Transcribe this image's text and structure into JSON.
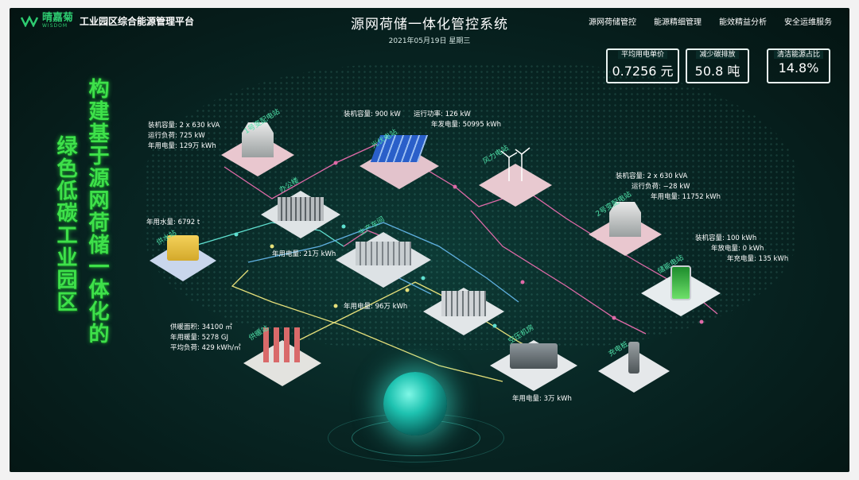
{
  "header": {
    "logo_cn": "晴嘉菊",
    "logo_en": "WISDOM",
    "platform_title": "工业园区综合能源管理平台",
    "system_title": "源网荷储一体化管控系统",
    "date": "2021年05月19日 星期三"
  },
  "nav": [
    "源网荷储管控",
    "能源精细管理",
    "能效精益分析",
    "安全运维服务"
  ],
  "kpis": [
    {
      "label": "平均用电单价",
      "value": "0.7256 元"
    },
    {
      "label": "减少碳排放",
      "value": "50.8 吨"
    },
    {
      "label": "清洁能源占比",
      "value": "14.8%"
    }
  ],
  "slogan": {
    "line1": "构建基于源网荷储一体化的",
    "line2": "绿色低碳工业园区"
  },
  "stations": {
    "sub1": {
      "name": "1号变配电站",
      "l1": "装机容量: 2 x 630",
      "u1": "kVA",
      "l2": "运行负荷: 725",
      "u2": "kW",
      "l3": "年用电量: 129万",
      "u3": "kWh"
    },
    "pv": {
      "name": "光伏电站",
      "cap": "装机容量: 900",
      "cap_u": "kW",
      "power": "运行功率: 126",
      "power_u": "kW",
      "gen": "年发电量: 50995",
      "gen_u": "kWh"
    },
    "wind": {
      "name": "风力电站"
    },
    "office": {
      "name": "办公楼",
      "usage": "年用电量: 21万",
      "usage_u": "kWh"
    },
    "water": {
      "name": "供水站",
      "usage": "年用水量: 6792",
      "usage_u": "t"
    },
    "workshop": {
      "name": "生产车间",
      "usage": "年用电量: 96万",
      "usage_u": "kWh"
    },
    "sub2": {
      "name": "2号变配电站",
      "l1": "装机容量: 2 x 630",
      "u1": "kVA",
      "l2": "运行负荷: −28",
      "u2": "kW",
      "l3": "年用电量: 11752",
      "u3": "kWh"
    },
    "storage": {
      "name": "储能电站",
      "l1": "装机容量: 100",
      "u1": "kWh",
      "l2": "年放电量: 0",
      "u2": "kWh",
      "l3": "年充电量: 135",
      "u3": "kWh"
    },
    "heat": {
      "name": "供暖站",
      "l1": "供暖面积: 34100",
      "u1": "㎡",
      "l2": "年用暖量: 5278",
      "u2": "GJ",
      "l3": "平均负荷: 429",
      "u3": "kWh/㎡"
    },
    "aircomp": {
      "name": "空压机房",
      "usage": "年用电量: 3万",
      "usage_u": "kWh"
    },
    "charger": {
      "name": "充电桩"
    }
  },
  "colors": {
    "accent_green": "#3ee04a",
    "pink_line": "#e06aa8",
    "cyan_line": "#5fe0d0",
    "yellow_line": "#e6e07a",
    "background": "#082624"
  }
}
